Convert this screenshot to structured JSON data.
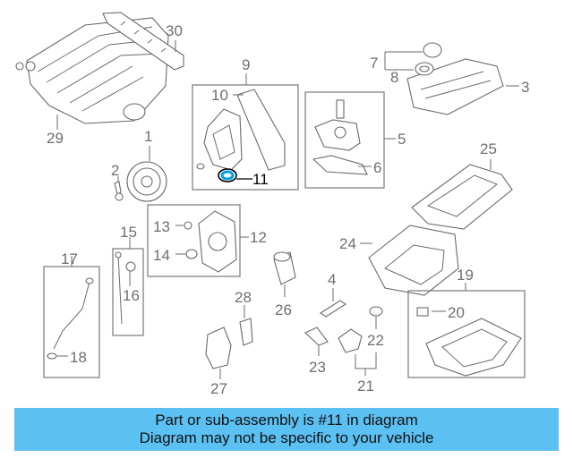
{
  "callouts": {
    "p1": "1",
    "p2": "2",
    "p3": "3",
    "p4": "4",
    "p5": "5",
    "p6": "6",
    "p7": "7",
    "p8": "8",
    "p9": "9",
    "p10": "10",
    "p11": "11",
    "p12": "12",
    "p13": "13",
    "p14": "14",
    "p15": "15",
    "p16": "16",
    "p17": "17",
    "p18": "18",
    "p19": "19",
    "p20": "20",
    "p21": "21",
    "p22": "22",
    "p23": "23",
    "p24": "24",
    "p25": "25",
    "p26": "26",
    "p27": "27",
    "p28": "28",
    "p29": "29",
    "p30": "30"
  },
  "highlighted_part": "11",
  "highlight_color": "#00a0e0",
  "caption": {
    "line1": "Part or sub-assembly is #11 in diagram",
    "line2": "Diagram may not be specific to your vehicle",
    "background": "#5bc0f2"
  }
}
